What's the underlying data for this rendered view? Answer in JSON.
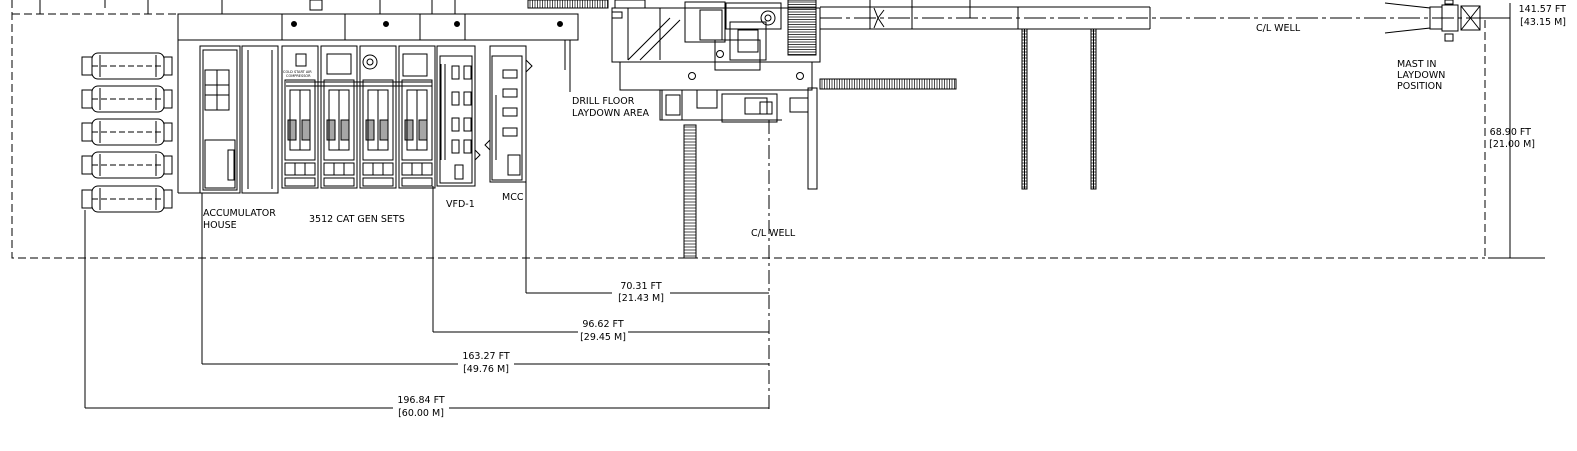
{
  "labels": {
    "accumulator_line1": "ACCUMULATOR",
    "accumulator_line2": "HOUSE",
    "gen_sets": "3512 CAT GEN SETS",
    "vfd": "VFD-1",
    "mcc": "MCC",
    "drill_floor_line1": "DRILL FLOOR",
    "drill_floor_line2": "LAYDOWN AREA",
    "cl_well_lower": "C/L WELL",
    "cl_well_upper": "C/L WELL",
    "mast_line1": "MAST IN",
    "mast_line2": "LAYDOWN",
    "mast_line3": "POSITION",
    "cold_start_line1": "COLD START AIR",
    "cold_start_line2": "COMPRESSOR"
  },
  "dimensions": {
    "mcc_ft": "70.31 FT",
    "mcc_m": "[21.43 M]",
    "vfd_ft": "96.62 FT",
    "vfd_m": "[29.45 M]",
    "accumulator_ft": "163.27 FT",
    "accumulator_m": "[49.76 M]",
    "tanks_ft": "196.84 FT",
    "tanks_m": "[60.00 M]",
    "overall_ft": "141.57 FT",
    "overall_m": "[43.15 M]",
    "width_ft": "68.90 FT",
    "width_m": "[21.00 M]"
  },
  "colors": {
    "ink": "#000000",
    "paper": "#ffffff"
  }
}
